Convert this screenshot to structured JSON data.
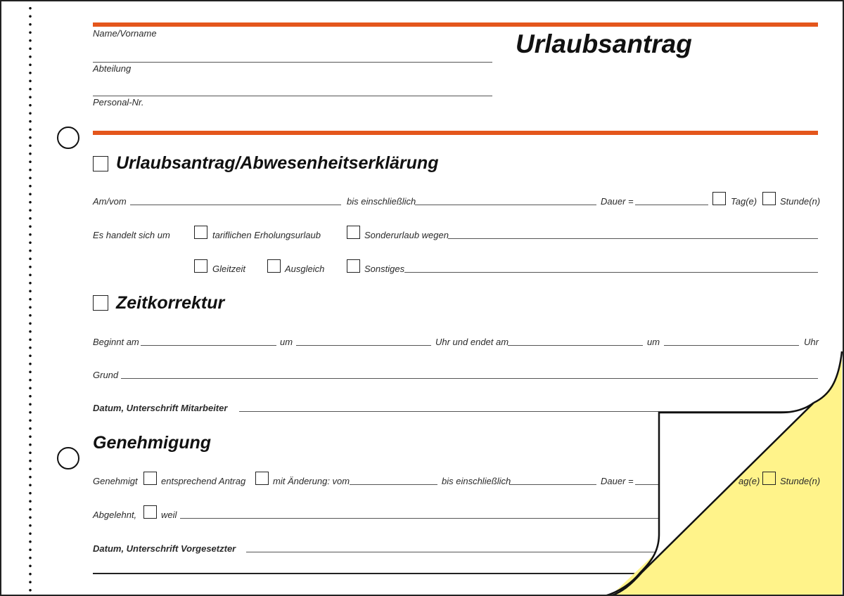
{
  "header": {
    "title": "Urlaubsantrag",
    "name_label": "Name/Vorname",
    "department_label": "Abteilung",
    "personnel_no_label": "Personal-Nr."
  },
  "leave_section": {
    "heading": "Urlaubsantrag/Abwesenheitserklärung",
    "from_label": "Am/vom",
    "until_label": "bis einschließlich",
    "duration_label": "Dauer =",
    "days_label": "Tag(e)",
    "hours_label": "Stunde(n)",
    "type_label": "Es handelt sich um",
    "option_regular": "tariflichen Erholungsurlaub",
    "option_special": "Sonderurlaub wegen",
    "option_flextime": "Gleitzeit",
    "option_compensation": "Ausgleich",
    "option_other": "Sonstiges"
  },
  "time_correction": {
    "heading": "Zeitkorrektur",
    "starts_label": "Beginnt am",
    "at_label": "um",
    "ends_label": "Uhr und endet am",
    "at2_label": "um",
    "clock_label": "Uhr",
    "reason_label": "Grund",
    "employee_signature_label": "Datum, Unterschrift Mitarbeiter"
  },
  "approval": {
    "heading": "Genehmigung",
    "approved_label": "Genehmigt",
    "as_requested_label": "entsprechend Antrag",
    "with_change_label": "mit Änderung: vom",
    "until_label": "bis einschließlich",
    "duration_label": "Dauer =",
    "days_label_partial": "ag(e)",
    "hours_label": "Stunde(n)",
    "rejected_label": "Abgelehnt,",
    "because_label": "weil",
    "supervisor_signature_label": "Datum, Unterschrift Vorgesetzter"
  },
  "colors": {
    "accent": "#e4561c",
    "copy_sheet": "#fff38a"
  }
}
